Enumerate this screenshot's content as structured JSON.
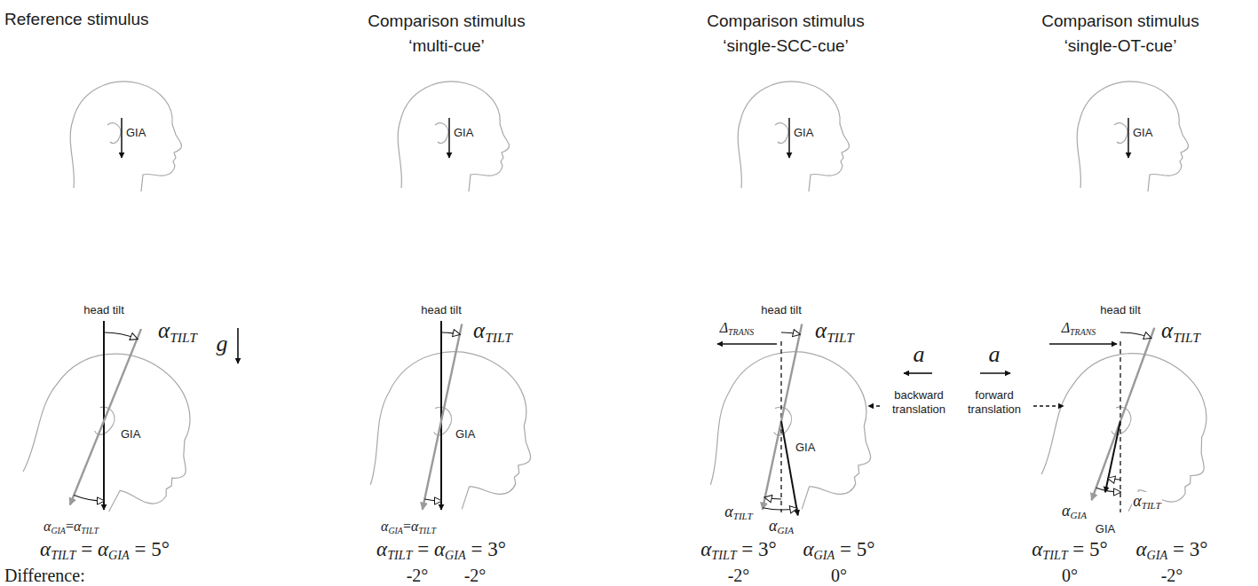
{
  "diagram": {
    "labels": [
      "Reference stimulus",
      "GIA",
      "head tilt",
      "αTILT",
      "g",
      "GIA",
      "αGIA=αTILT",
      "αTILT = αGIA = 5°",
      "Difference:",
      "Comparison stimulus ‘multi-cue’",
      "GIA",
      "head tilt",
      "αTILT",
      "GIA",
      "αGIA=αTILT",
      "αTILT = αGIA = 3°",
      "-2°",
      "-2°",
      "Comparison stimulus ‘single-SCC-cue’",
      "GIA",
      "head tilt",
      "ΔTRANS",
      "αTILT",
      "a",
      "backward translation",
      "αTILT",
      "GIA",
      "αGIA",
      "αTILT = 3°",
      "αGIA = 5°",
      "-2°",
      "0°",
      "Comparison stimulus ‘single-OT-cue’",
      "GIA",
      "head tilt",
      "ΔTRANS",
      "αTILT",
      "a",
      "forward translation",
      "αGIA",
      "αTILT",
      "GIA",
      "αTILT = 5°",
      "αGIA = 3°",
      "0°",
      "-2°"
    ]
  }
}
